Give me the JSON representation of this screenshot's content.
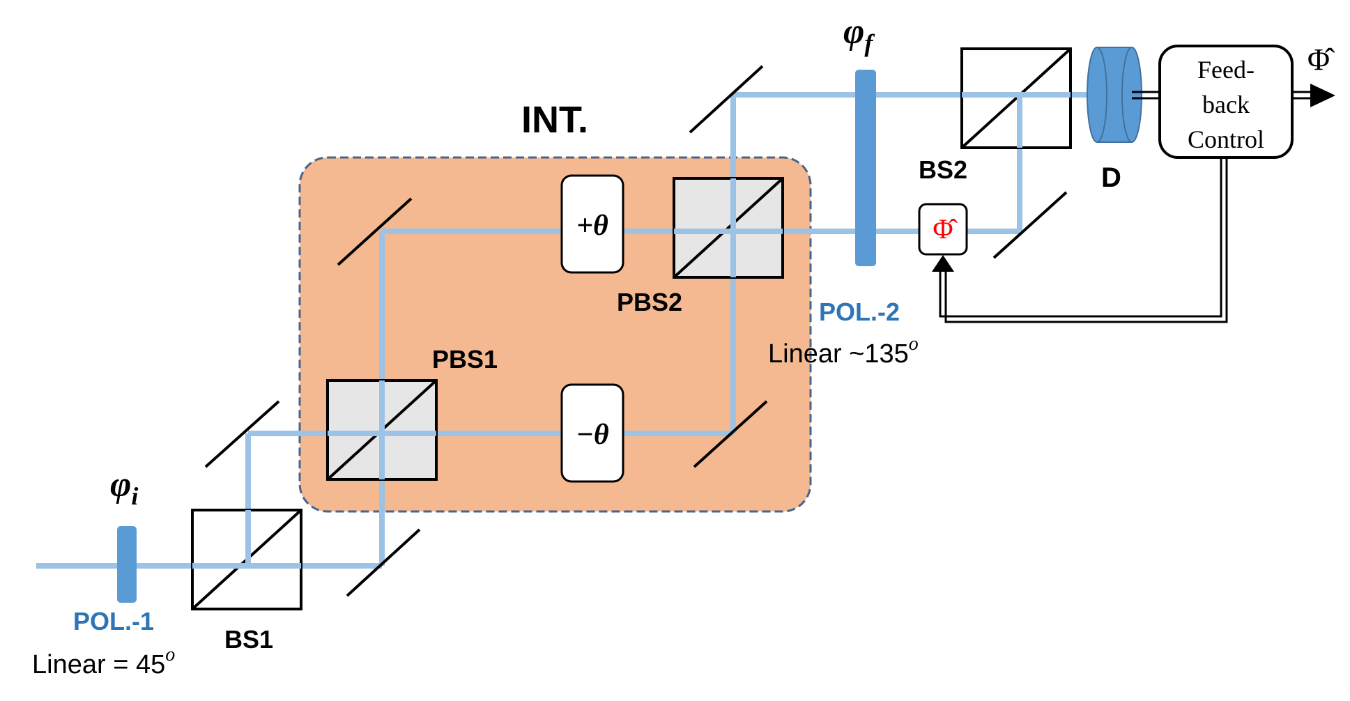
{
  "colors": {
    "beam": "#9cc2e5",
    "interferometer_fill": "#f4b990",
    "interferometer_border": "#46648c",
    "polarizer": "#5b9bd5",
    "pol_label": "#2e75b6",
    "cube_fill": "#e7e6e6",
    "estimator_text": "#ff0000",
    "line": "#000000"
  },
  "labels": {
    "interferometer": "INT.",
    "phi_initial": "φ",
    "phi_initial_sub": "i",
    "phi_final": "φ",
    "phi_final_sub": "f",
    "pol1": "POL.-1",
    "pol1_setting": "Linear = 45",
    "pol1_sup": "o",
    "pol2": "POL.-2",
    "pol2_setting": "Linear ~135",
    "pol2_sup": "o",
    "bs1": "BS1",
    "bs2": "BS2",
    "pbs1": "PBS1",
    "pbs2": "PBS2",
    "plus_theta": "+θ",
    "minus_theta": "−θ",
    "detector": "D",
    "feedback_line1": "Feed-",
    "feedback_line2": "back",
    "feedback_line3": "Control",
    "estimator": "Φ̂",
    "output": "Φ̂"
  }
}
